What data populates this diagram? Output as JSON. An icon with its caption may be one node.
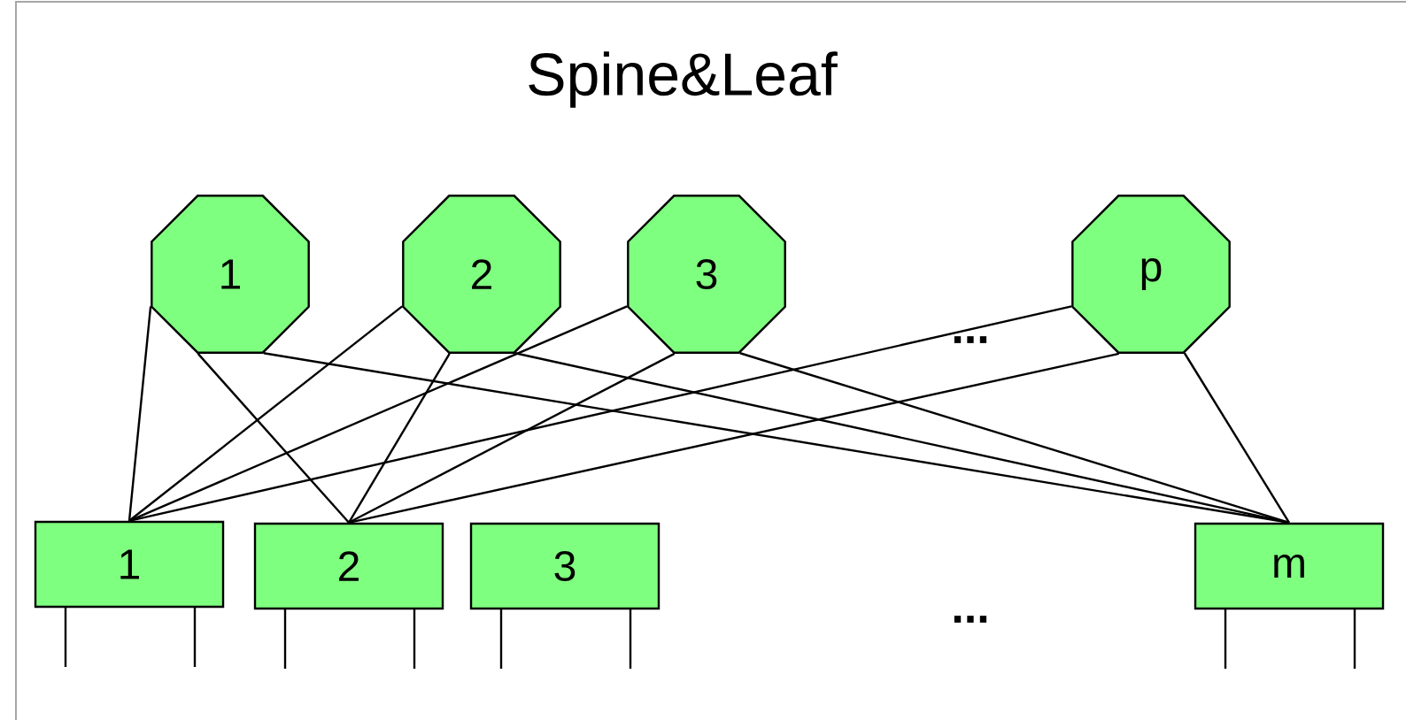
{
  "diagram": {
    "title": "Spine&Leaf",
    "nodes": [
      {
        "text": [
          "1"
        ]
      },
      {
        "text": [
          "2"
        ]
      },
      {
        "text": [
          "3"
        ]
      },
      {
        "text": [
          "p"
        ]
      },
      {
        "text": [
          "1"
        ]
      },
      {
        "text": [
          "2"
        ]
      },
      {
        "text": [
          "3"
        ]
      },
      {
        "text": [
          "m"
        ]
      }
    ],
    "edges": [
      {
        "from": 0,
        "to": 4,
        "arrow": "none"
      },
      {
        "from": 0,
        "to": 5,
        "arrow": "none"
      },
      {
        "from": 0,
        "to": 7,
        "arrow": "none"
      },
      {
        "from": 1,
        "to": 4,
        "arrow": "none"
      },
      {
        "from": 1,
        "to": 5,
        "arrow": "none"
      },
      {
        "from": 1,
        "to": 7,
        "arrow": "none"
      },
      {
        "from": 2,
        "to": 4,
        "arrow": "none"
      },
      {
        "from": 2,
        "to": 5,
        "arrow": "none"
      },
      {
        "from": 2,
        "to": 7,
        "arrow": "none"
      },
      {
        "from": 3,
        "to": 4,
        "arrow": "none"
      },
      {
        "from": 3,
        "to": 5,
        "arrow": "none"
      },
      {
        "from": 3,
        "to": 7,
        "arrow": "none"
      }
    ],
    "labels": [
      "...",
      "..."
    ]
  }
}
